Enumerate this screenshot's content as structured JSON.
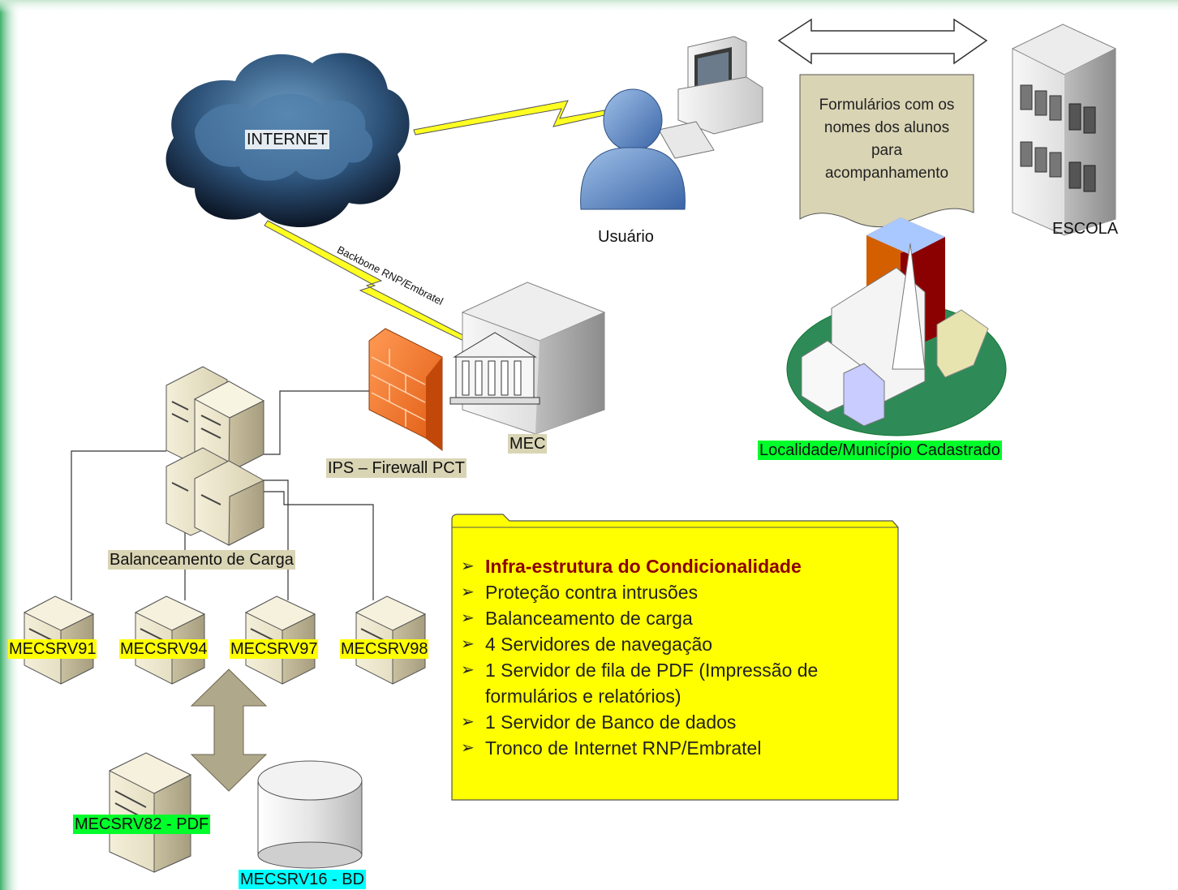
{
  "labels": {
    "internet": "INTERNET",
    "usuario": "Usuário",
    "escola": "ESCOLA",
    "backbone": "Backbone RNP/Embratel",
    "mec": "MEC",
    "firewall": "IPS – Firewall PCT",
    "localidade": "Localidade/Município Cadastrado",
    "balanceamento": "Balanceamento de Carga",
    "server_91": "MECSRV91",
    "server_94": "MECSRV94",
    "server_97": "MECSRV97",
    "server_98": "MECSRV98",
    "server_pdf": "MECSRV82 - PDF",
    "server_bd": "MECSRV16 - BD"
  },
  "document": {
    "lines": [
      "Formulários com os",
      "nomes dos alunos",
      "para",
      "acompanhamento"
    ]
  },
  "panel": {
    "items": [
      "Infra-estrutura do Condicionalidade",
      "Proteção contra intrusões",
      "Balanceamento de carga",
      "4 Servidores de navegação",
      "1 Servidor de fila de PDF (Impressão de formulários e relatórios)",
      "1 Servidor de Banco de dados",
      "Tronco de Internet RNP/Embratel"
    ]
  },
  "icons": {
    "cloud": "cloud-icon",
    "user": "user-icon",
    "computer": "computer-icon",
    "building": "school-building-icon",
    "mec": "government-building-icon",
    "firewall": "firewall-icon",
    "town": "town-icon",
    "server": "server-icon",
    "database": "database-icon",
    "arrow": "double-arrow-icon"
  },
  "colors": {
    "panel_fill": "#ffff00",
    "label_tan": "#d9d4b4",
    "highlight_green": "#00ff2a",
    "highlight_cyan": "#00ffff",
    "highlight_yellow": "#ffff00",
    "lightning": "#ffff22"
  }
}
